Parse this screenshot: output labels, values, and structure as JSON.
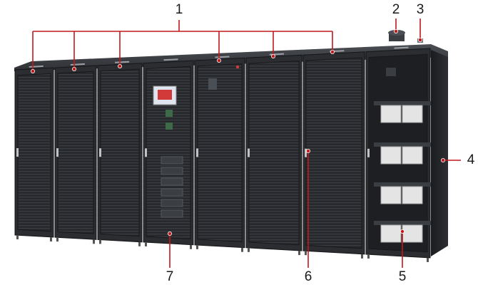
{
  "callouts": {
    "c1": "1",
    "c2": "2",
    "c3": "3",
    "c4": "4",
    "c5": "5",
    "c6": "6",
    "c7": "7"
  },
  "colors": {
    "leader_line": "#c0191c",
    "cabinet_body": "#2b2d31",
    "cabinet_door": "#222427",
    "screen_accent": "#d23a3a",
    "battery_module": "#e4e4e4"
  }
}
